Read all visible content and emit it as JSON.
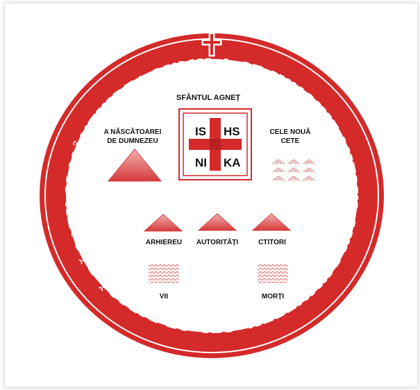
{
  "ring_inscription": "ȘI MÂNTUIREA LUMII ✚ SE JUNGHIE MIELUL LUI DUMNEZEU, CEL CE RIDICĂ PĂCATUL LUMII PENTRU VIAȚA",
  "center": {
    "title": "SFÂNTUL AGNEȚ",
    "seal_letters": [
      "IS",
      "HS",
      "NI",
      "KA"
    ]
  },
  "left_group": {
    "line1": "A NĂSCĂTOAREI",
    "line2": "DE DUMNEZEU"
  },
  "right_group": {
    "line1": "CELE NOUĂ",
    "line2": "CETE"
  },
  "middle_row": [
    "ARHIEREU",
    "AUTORITĂȚI",
    "CTITORI"
  ],
  "bottom_row": [
    "VII",
    "MORȚI"
  ],
  "colors": {
    "accent": "#d42a2a",
    "triangle": "#d94848",
    "text": "#111111"
  }
}
